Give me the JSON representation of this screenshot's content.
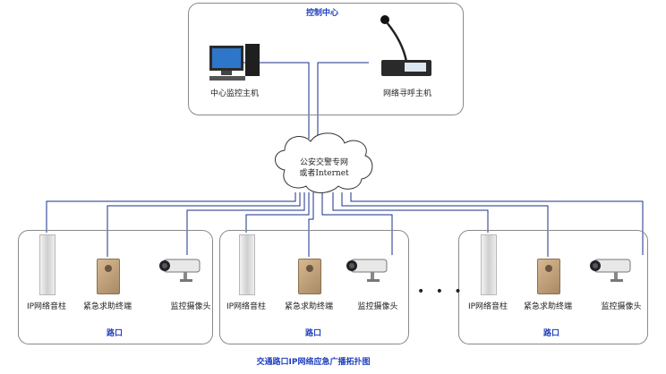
{
  "control_center": {
    "title": "控制中心",
    "host_label": "中心监控主机",
    "paging_label": "网络寻呼主机"
  },
  "network": {
    "line1": "公安交警专网",
    "line2": "或者Internet"
  },
  "intersections": [
    {
      "title": "路口",
      "devices": [
        "IP网络音柱",
        "紧急求助终端",
        "监控摄像头"
      ]
    },
    {
      "title": "路口",
      "devices": [
        "IP网络音柱",
        "紧急求助终端",
        "监控摄像头"
      ]
    },
    {
      "title": "路口",
      "devices": [
        "IP网络音柱",
        "紧急求助终端",
        "监控摄像头"
      ]
    }
  ],
  "ellipsis": "• • •",
  "caption": "交通路口IP网络应急广播拓扑图",
  "colors": {
    "line": "#1a2f8a",
    "title": "#1f3fbf",
    "box": "#8a8a8a"
  }
}
